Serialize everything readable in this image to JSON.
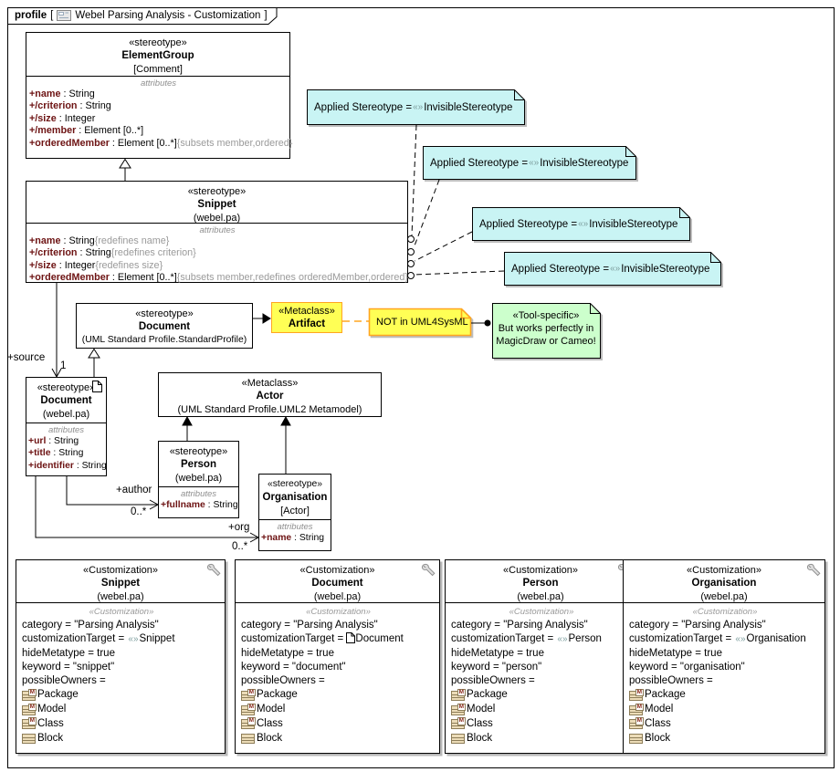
{
  "frame": {
    "kind": "profile",
    "bracket_open": "[",
    "title": "Webel Parsing Analysis - Customization",
    "bracket_close": "]"
  },
  "keywords": {
    "stereotype": "«stereotype»",
    "metaclass": "«Metaclass»",
    "customization": "«Customization»",
    "attributes_label": "attributes"
  },
  "colors": {
    "note_cyan": "#c9f4f4",
    "metaclass_yellow": "#ffff55",
    "orange": "#ffa520",
    "note_green": "#ccffcc",
    "attr_name": "#6d1313",
    "constraint_gray": "#9a9a9a"
  },
  "element_group": {
    "name": "ElementGroup",
    "meta": "[Comment]",
    "attrs": [
      {
        "n": "+name",
        "t": " : String",
        "c": ""
      },
      {
        "n": "+/criterion",
        "t": " : String",
        "c": ""
      },
      {
        "n": "+/size",
        "t": " : Integer",
        "c": ""
      },
      {
        "n": "+/member",
        "t": " : Element [0..*]",
        "c": ""
      },
      {
        "n": "+orderedMember",
        "t": " : Element [0..*]",
        "c": "{subsets member,ordered}"
      }
    ]
  },
  "snippet": {
    "name": "Snippet",
    "meta": "(webel.pa)",
    "attrs": [
      {
        "n": "+name",
        "t": " : String",
        "c": "{redefines name}"
      },
      {
        "n": "+/criterion",
        "t": " : String",
        "c": "{redefines criterion}"
      },
      {
        "n": "+/size",
        "t": " : Integer",
        "c": "{redefines size}"
      },
      {
        "n": "+orderedMember",
        "t": " : Element [0..*]",
        "c": "{subsets member,redefines orderedMember,ordered}"
      }
    ]
  },
  "applied_note": {
    "prefix": "Applied Stereotype = ",
    "guillemets": "«»",
    "name": "InvisibleStereotype"
  },
  "document_sp": {
    "name": "Document",
    "meta": "(UML Standard Profile.StandardProfile)"
  },
  "artifact": {
    "name": "Artifact"
  },
  "not_note": {
    "text": "NOT in UML4SysML"
  },
  "tool_note": {
    "stereo": "«Tool-specific»",
    "line1": "But works perfectly in",
    "line2": "MagicDraw or Cameo!"
  },
  "document_pa": {
    "name": "Document",
    "meta": "(webel.pa)",
    "attrs": [
      {
        "n": "+url",
        "t": " : String",
        "c": ""
      },
      {
        "n": "+title",
        "t": " : String",
        "c": ""
      },
      {
        "n": "+identifier",
        "t": " : String",
        "c": ""
      }
    ]
  },
  "actor": {
    "name": "Actor",
    "meta": "(UML Standard Profile.UML2 Metamodel)"
  },
  "person": {
    "name": "Person",
    "meta": "(webel.pa)",
    "attrs": [
      {
        "n": "+fullname",
        "t": " : String",
        "c": ""
      }
    ]
  },
  "organisation": {
    "name": "Organisation",
    "meta": "[Actor]",
    "attrs": [
      {
        "n": "+name",
        "t": " : String",
        "c": ""
      }
    ]
  },
  "edge_labels": {
    "source": "+source",
    "source_mult": "1",
    "author": "+author",
    "author_mult": "0..*",
    "org": "+org",
    "org_mult": "0..*"
  },
  "owners": [
    {
      "label": "Package",
      "m": true
    },
    {
      "label": "Model",
      "m": true
    },
    {
      "label": "Class",
      "m": true
    },
    {
      "label": "Block",
      "m": false
    }
  ],
  "customizations": [
    {
      "name": "Snippet",
      "meta": "(webel.pa)",
      "category": "category = \"Parsing Analysis\"",
      "target_label": "customizationTarget = ",
      "guillemets": "«»",
      "target": "Snippet",
      "hide": "hideMetatype = true",
      "keyword": "keyword = \"snippet\"",
      "owners_label": "possibleOwners ="
    },
    {
      "name": "Document",
      "meta": "(webel.pa)",
      "category": "category = \"Parsing Analysis\"",
      "target_label": "customizationTarget = ",
      "target": "Document",
      "hide": "hideMetatype = true",
      "keyword": "keyword = \"document\"",
      "owners_label": "possibleOwners ="
    },
    {
      "name": "Person",
      "meta": "(webel.pa)",
      "category": "category = \"Parsing Analysis\"",
      "target_label": "customizationTarget = ",
      "guillemets": "«»",
      "target": "Person",
      "hide": "hideMetatype = true",
      "keyword": "keyword = \"person\"",
      "owners_label": "possibleOwners ="
    },
    {
      "name": "Organisation",
      "meta": "(webel.pa)",
      "category": "category = \"Parsing Analysis\"",
      "target_label": "customizationTarget = ",
      "guillemets": "«»",
      "target": "Organisation",
      "hide": "hideMetatype = true",
      "keyword": "keyword = \"organisation\"",
      "owners_label": "possibleOwners ="
    }
  ]
}
